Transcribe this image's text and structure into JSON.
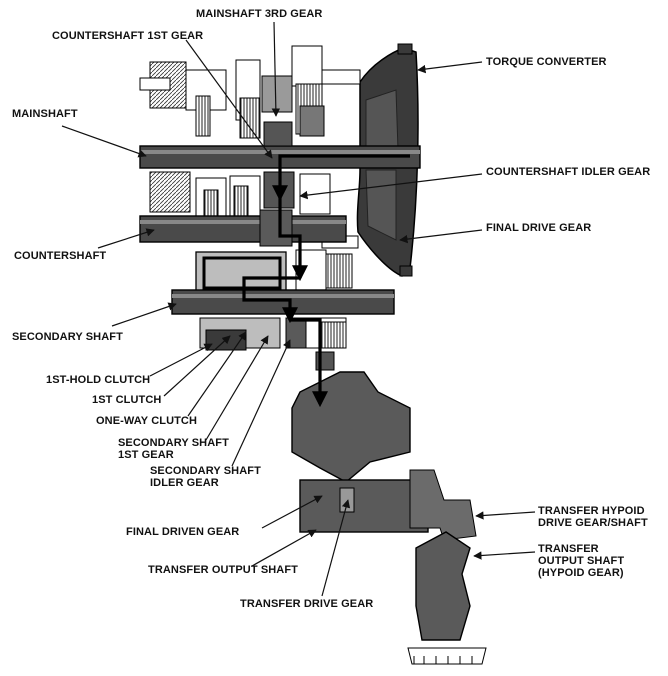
{
  "colors": {
    "ink": "#111111",
    "shade": "#3a3a3a",
    "mid": "#6b6b6b",
    "light": "#bdbdbd",
    "paper": "#ffffff"
  },
  "labels": {
    "mainshaft_3rd_gear": "MAINSHAFT 3RD GEAR",
    "countershaft_1st_gear": "COUNTERSHAFT 1ST GEAR",
    "torque_converter": "TORQUE CONVERTER",
    "mainshaft": "MAINSHAFT",
    "countershaft_idler_gear": "COUNTERSHAFT IDLER GEAR",
    "final_drive_gear": "FINAL DRIVE GEAR",
    "countershaft": "COUNTERSHAFT",
    "secondary_shaft": "SECONDARY SHAFT",
    "first_hold_clutch": "1ST-HOLD CLUTCH",
    "first_clutch": "1ST CLUTCH",
    "one_way_clutch": "ONE-WAY CLUTCH",
    "secondary_shaft_1st_gear_l1": "SECONDARY SHAFT",
    "secondary_shaft_1st_gear_l2": "1ST GEAR",
    "secondary_shaft_idler_gear_l1": "SECONDARY SHAFT",
    "secondary_shaft_idler_gear_l2": "IDLER GEAR",
    "final_driven_gear": "FINAL DRIVEN GEAR",
    "transfer_hypoid_l1": "TRANSFER HYPOID",
    "transfer_hypoid_l2": "DRIVE GEAR/SHAFT",
    "transfer_output_shaft": "TRANSFER OUTPUT SHAFT",
    "transfer_output_hypoid_l1": "TRANSFER",
    "transfer_output_hypoid_l2": "OUTPUT SHAFT",
    "transfer_output_hypoid_l3": "(HYPOID GEAR)",
    "transfer_drive_gear": "TRANSFER DRIVE GEAR"
  }
}
